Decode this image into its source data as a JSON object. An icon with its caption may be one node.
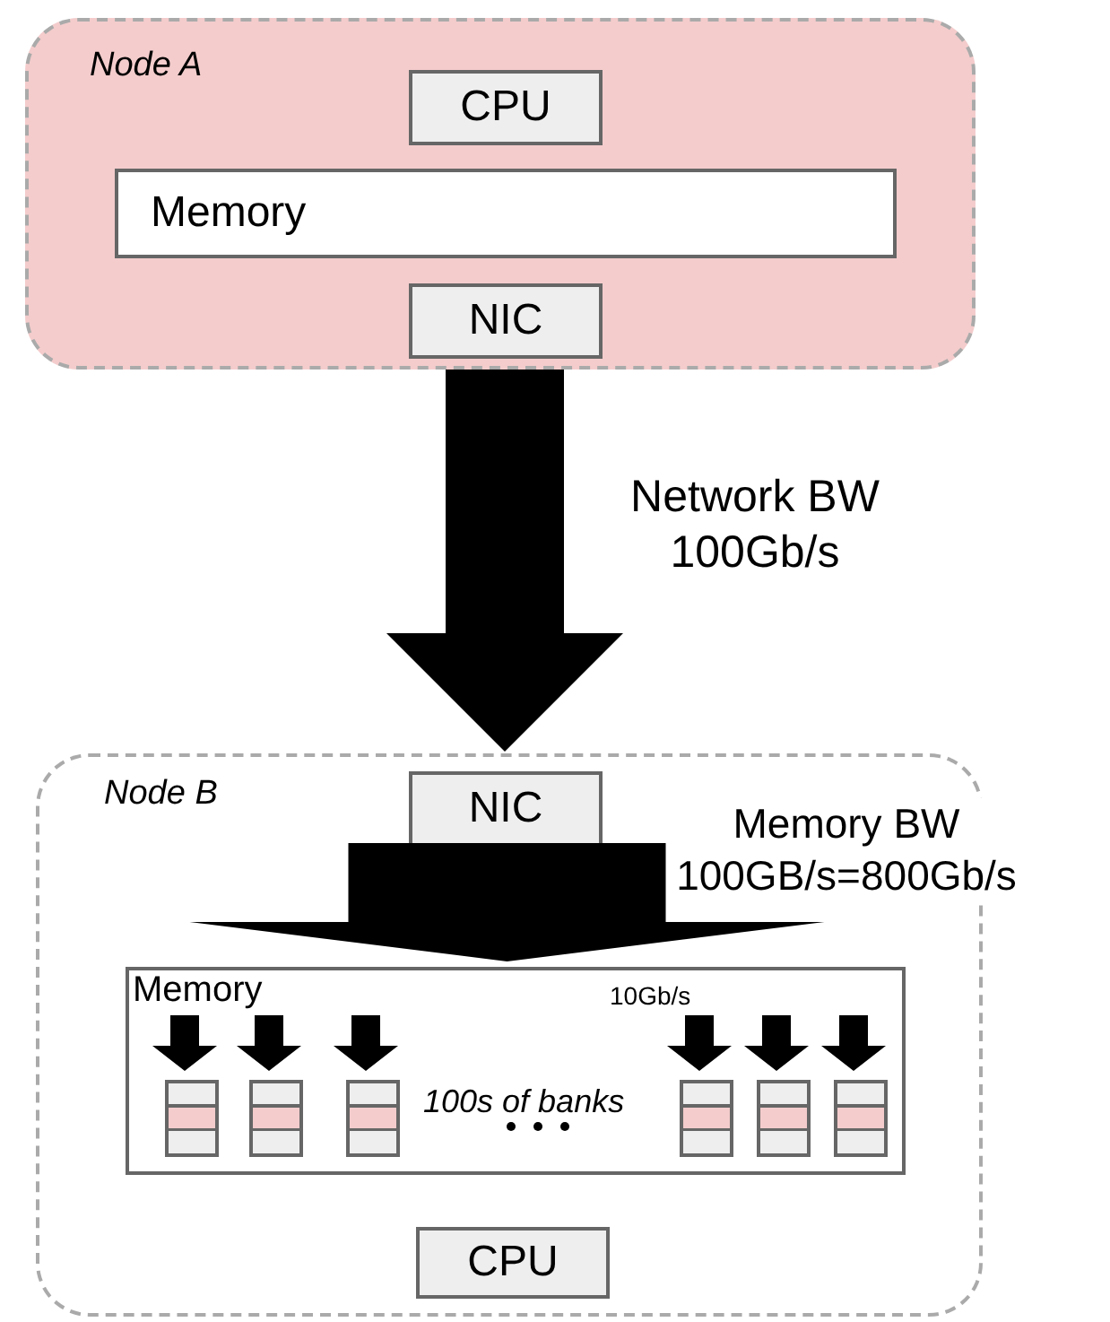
{
  "diagram": {
    "nodes": [
      {
        "text": [
          "Node A"
        ]
      },
      {
        "text": [
          "CPU"
        ],
        "in": 0
      },
      {
        "text": [
          "Memory"
        ],
        "in": 0
      },
      {
        "text": [
          "NIC"
        ],
        "in": 0
      },
      {
        "text": [
          "Node B"
        ]
      },
      {
        "text": [
          "NIC"
        ],
        "in": 4
      },
      {
        "text": [
          "Memory"
        ],
        "in": 4
      },
      {
        "text": [],
        "shape": "bar",
        "in": 6
      },
      {
        "text": [],
        "shape": "bar",
        "in": 6
      },
      {
        "text": [],
        "shape": "bar",
        "in": 6
      },
      {
        "text": [],
        "shape": "bar",
        "in": 6
      },
      {
        "text": [],
        "shape": "bar",
        "in": 6
      },
      {
        "text": [],
        "shape": "bar",
        "in": 6
      },
      {
        "text": [
          "CPU"
        ],
        "in": 4
      }
    ],
    "edges": [
      {
        "from": 0,
        "to": 4,
        "arrow": "to",
        "label": "Network BW 100Gb/s",
        "style": "thick"
      },
      {
        "from": 5,
        "to": 6,
        "arrow": "to",
        "label": "Memory BW 100GB/s=800Gb/s",
        "style": "thick"
      },
      {
        "from": null,
        "to": 7,
        "arrow": "to",
        "style": "thick"
      },
      {
        "from": null,
        "to": 8,
        "arrow": "to",
        "style": "thick"
      },
      {
        "from": null,
        "to": 9,
        "arrow": "to",
        "style": "thick"
      },
      {
        "from": null,
        "to": 10,
        "arrow": "to",
        "style": "thick"
      },
      {
        "from": null,
        "to": 11,
        "arrow": "to",
        "style": "thick"
      },
      {
        "from": null,
        "to": 12,
        "arrow": "to",
        "style": "thick"
      }
    ],
    "labels": [
      "10Gb/s",
      "100s of banks"
    ]
  }
}
